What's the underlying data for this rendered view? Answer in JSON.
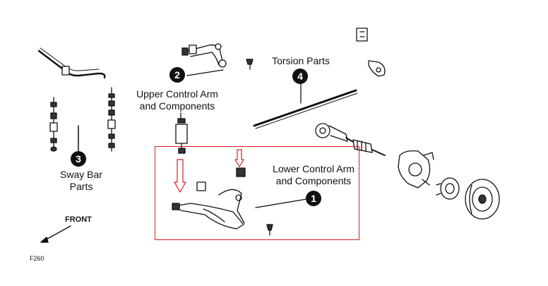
{
  "labels": {
    "sway_bar": [
      "Sway Bar",
      "Parts"
    ],
    "upper_arm": [
      "Upper Control Arm",
      "and Components"
    ],
    "torsion": "Torsion Parts",
    "lower_arm": [
      "Lower Control Arm",
      "and Components"
    ],
    "front": "FRONT",
    "figure_code": "F260"
  },
  "callouts": {
    "lower_arm": "1",
    "upper_arm": "2",
    "sway_bar": "3",
    "torsion": "4"
  },
  "colors": {
    "highlight": "#d32020",
    "line": "#111111",
    "callout_fill": "#111111",
    "callout_text": "#ffffff"
  }
}
